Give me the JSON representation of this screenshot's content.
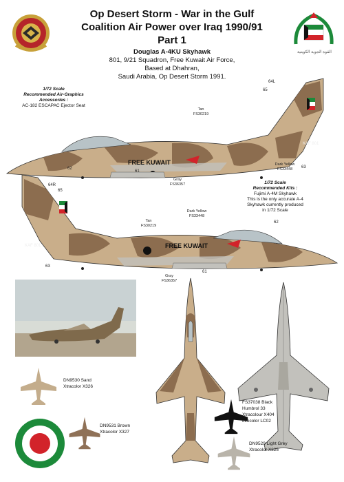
{
  "header": {
    "title_line1": "Op Desert Storm - War in the Gulf",
    "title_line2": "Coalition Air Power over Iraq 1990/91",
    "title_line3": "Part 1",
    "aircraft": "Douglas A-4KU Skyhawk",
    "desc_line1": "801, 9/21 Squadron, Free Kuwait Air Force,",
    "desc_line2": "Based at Dhahran,",
    "desc_line3": "Saudi Arabia, Op Desert Storm 1991."
  },
  "logos": {
    "right_caption": "القوة الجوية الكويتية"
  },
  "notes": {
    "scale_left": "1/72 Scale",
    "accessories_title": "Recommended Air-Graphics",
    "accessories_title2": "Accessories :",
    "accessory_item": "AC-182 ESCAPAC Ejector Seat",
    "scale_right": "1/72 Scale",
    "kits_title": "Recommended Kits :",
    "kit_line1": "Fujimi A-4M Skyhawk",
    "kit_line2": "This is the only accurate A-4",
    "kit_line3": "Skyhawk currently produced",
    "kit_line4": "in 1/72 Scale"
  },
  "profile_top": {
    "fuselage_text": "FREE KUWAIT",
    "tail_code": "KAF 801",
    "callouts": {
      "tan": "Tan",
      "tan_code": "FS30219",
      "dark_yellow": "Dark Yellow",
      "dark_yellow_code": "FS33448",
      "gray": "Gray",
      "gray_code": "FS36357"
    },
    "numbers": {
      "n64l": "64L",
      "n65": "65",
      "n62": "62",
      "n61": "61",
      "n63": "63"
    }
  },
  "profile_bottom": {
    "fuselage_text": "FREE KUWAIT",
    "tail_code": "KAF 801",
    "callouts": {
      "tan": "Tan",
      "tan_code": "FS30219",
      "dark_yellow": "Dark Yellow",
      "dark_yellow_code": "FS33448",
      "gray": "Gray",
      "gray_code": "FS36357"
    },
    "numbers": {
      "n64r": "64R",
      "n65": "65",
      "n62": "62",
      "n61": "61",
      "n63": "63"
    }
  },
  "legend": {
    "sand": {
      "code": "DN9530 Sand",
      "xtra": "Xtracolor X326",
      "color": "#c4ad8c"
    },
    "brown": {
      "code": "DN9531 Brown",
      "xtra": "Xtracolor X327",
      "color": "#8f7157"
    },
    "black": {
      "code": "FS37038 Black",
      "humbrol": "Humbrol 33",
      "xtra": "Xtracolour X404",
      "life": "Lifecolor LC02",
      "color": "#111111"
    },
    "grey": {
      "code": "DN9529 Light Grey",
      "xtra": "Xtracolor X325",
      "color": "#b9b4aa"
    }
  },
  "colors": {
    "tan": "#c9ae8a",
    "brown": "#8c6d4f",
    "grey": "#c2c1bc",
    "kw_green": "#1c8a3a",
    "kw_red": "#d2232a"
  }
}
